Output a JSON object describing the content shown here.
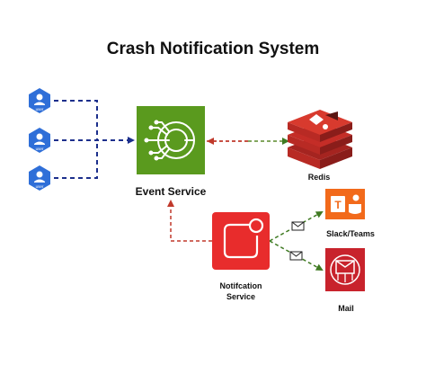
{
  "diagram": {
    "title": "Crash Notification System",
    "users": [
      {
        "label": "user"
      },
      {
        "label": "user"
      },
      {
        "label": "user"
      }
    ],
    "nodes": {
      "event_service": "Event Service",
      "redis": "Redis",
      "slack_teams": "Slack/Teams",
      "notification_service_line1": "Notifcation",
      "notification_service_line2": "Service",
      "mail": "Mail"
    },
    "colors": {
      "user_icon": "#2f6fd8",
      "user_edge": "#1c2f8c",
      "event_service": "#5a9a1e",
      "redis": "#d4302a",
      "notification": "#e82c2c",
      "teams": "#f26a1b",
      "mail": "#c8232c",
      "redis_edge": "#c0392b",
      "redis_edge_green": "#5a8a2a",
      "notify_edge": "#4d7d28"
    }
  }
}
